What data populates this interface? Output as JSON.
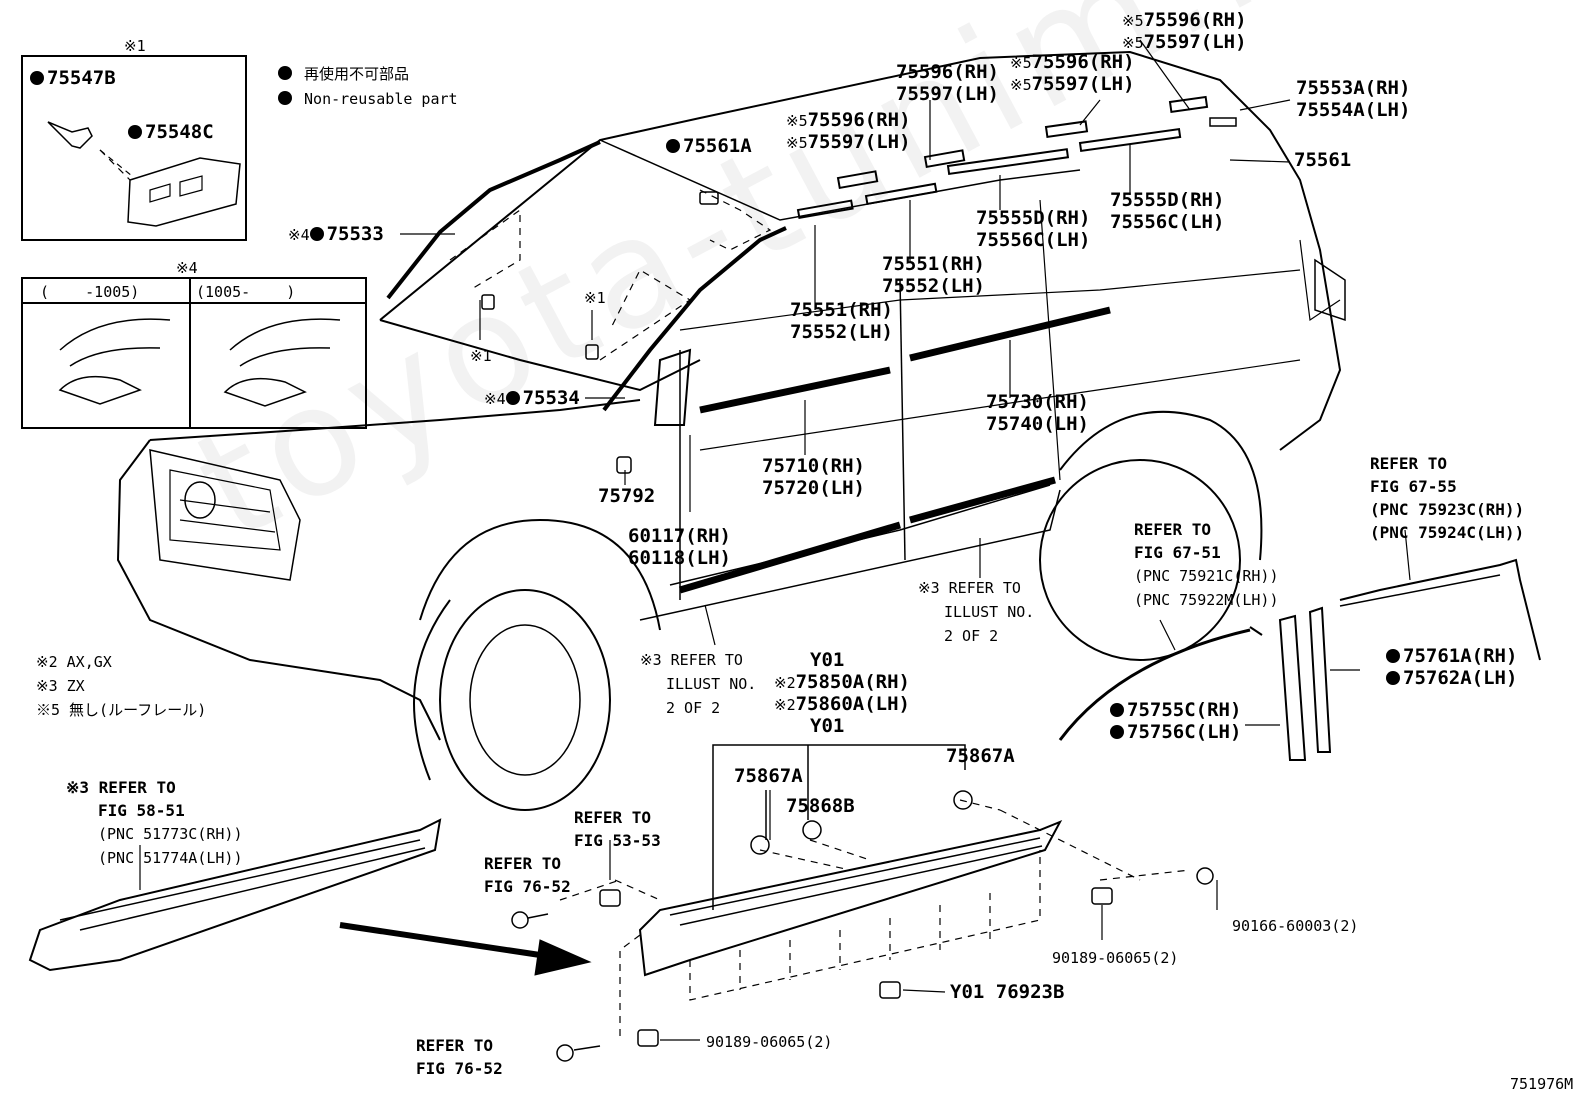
{
  "watermark": "toyota-tunim.ru",
  "legend": {
    "line1": "再使用不可部品",
    "line2": "Non-reusable part"
  },
  "inset1": {
    "mark": "※1",
    "part_a": "75547B",
    "part_b": "75548C"
  },
  "inset4": {
    "mark": "※4",
    "col1": "(    -1005)",
    "col2": "(1005-    )"
  },
  "notes": {
    "n2": "※2 AX,GX",
    "n3": "※3 ZX",
    "n5": "※5 無し(ルーフレール)"
  },
  "labels": {
    "p75596_rh": "75596(RH)",
    "p75597_lh": "75597(LH)",
    "p5_75596_rh": "75596(RH)",
    "p5_75597_lh": "75597(LH)",
    "p5b_75596_rh": "75596(RH)",
    "p5b_75597_lh": "75597(LH)",
    "p5c_75596_rh": "75596(RH)",
    "p5c_75597_lh": "75597(LH)",
    "p75553": "75553A(RH)",
    "p75554": "75554A(LH)",
    "p75561": "75561",
    "p75561a": "75561A",
    "p75555d_a": "75555D(RH)",
    "p75556c_a": "75556C(LH)",
    "p75555d_b": "75555D(RH)",
    "p75556c_b": "75556C(LH)",
    "p75551_a": "75551(RH)",
    "p75552_a": "75552(LH)",
    "p75551_b": "75551(RH)",
    "p75552_b": "75552(LH)",
    "p75533": "75533",
    "p75534": "75534",
    "p75730": "75730(RH)",
    "p75740": "75740(LH)",
    "p75710": "75710(RH)",
    "p75720": "75720(LH)",
    "p75792": "75792",
    "p60117": "60117(RH)",
    "p60118": "60118(LH)",
    "mark1_a": "※1",
    "mark1_b": "※1",
    "ref_67_55": [
      "REFER TO",
      "FIG 67-55",
      "(PNC 75923C(RH))",
      "(PNC 75924C(LH))"
    ],
    "ref_67_51": [
      "REFER TO",
      "FIG 67-51",
      "(PNC 75921C(RH))",
      "(PNC 75922M(LH))"
    ],
    "ref_illust_a": [
      "※3 REFER TO",
      "ILLUST NO.",
      "2 OF 2"
    ],
    "ref_illust_b": [
      "※3 REFER TO",
      "ILLUST NO.",
      "2 OF 2"
    ],
    "p75761": "75761A(RH)",
    "p75762": "75762A(LH)",
    "p75755": "75755C(RH)",
    "p75756": "75756C(LH)",
    "y01_a": "Y01",
    "p75850": "75850A(RH)",
    "p75860": "75860A(LH)",
    "y01_b": "Y01",
    "p75867a_l": "75867A",
    "p75867a_r": "75867A",
    "p75868b": "75868B",
    "ref_58_51": [
      "※3 REFER TO",
      "FIG 58-51",
      "(PNC 51773C(RH))",
      "(PNC 51774A(LH))"
    ],
    "ref_53_53": [
      "REFER TO",
      "FIG 53-53"
    ],
    "ref_76_52_a": [
      "REFER TO",
      "FIG 76-52"
    ],
    "ref_76_52_b": [
      "REFER TO",
      "FIG 76-52"
    ],
    "p90166": "90166-60003(2)",
    "p90189_a": "90189-06065(2)",
    "p90189_b": "90189-06065(2)",
    "p76923": "Y01 76923B",
    "fig_no": "751976M"
  }
}
